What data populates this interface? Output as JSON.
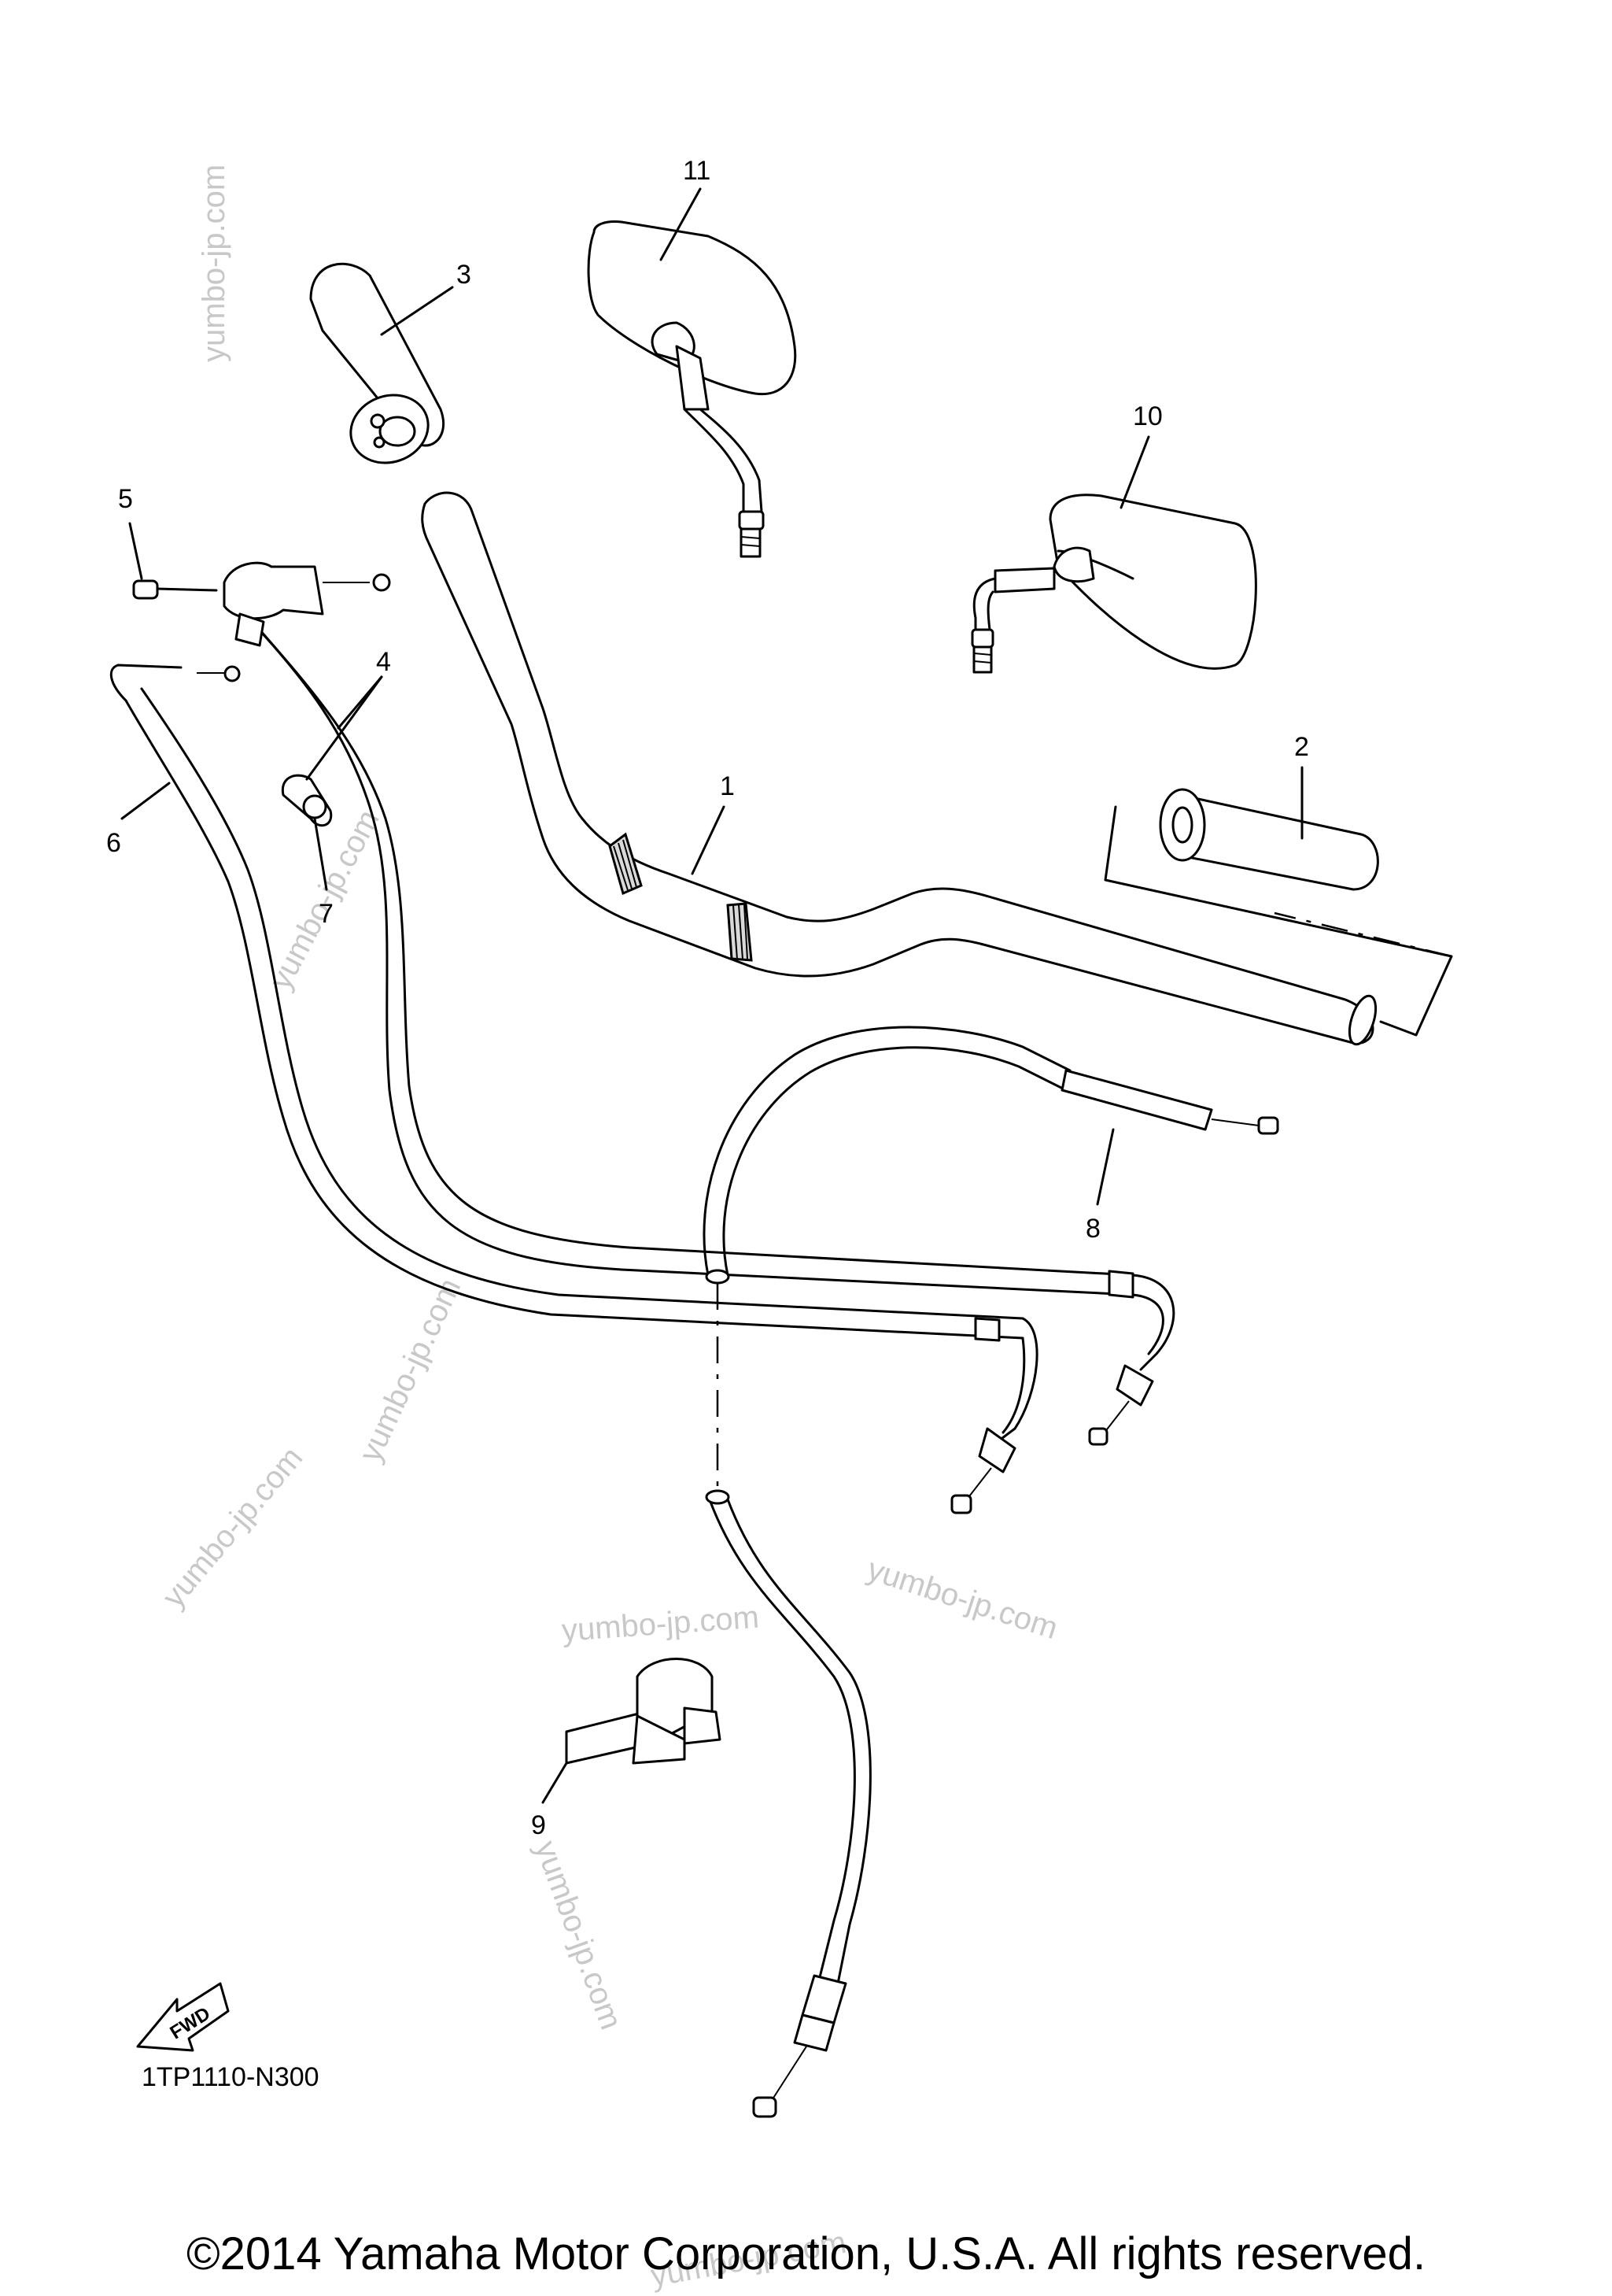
{
  "callouts": {
    "c1": "1",
    "c2": "2",
    "c3": "3",
    "c4": "4",
    "c5": "5",
    "c6": "6",
    "c7": "7",
    "c8": "8",
    "c9": "9",
    "c10": "10",
    "c11": "11"
  },
  "fwd_label": "FWD",
  "diagram_code": "1TP1110-N300",
  "copyright": "©2014 Yamaha Motor Corporation, U.S.A. All rights reserved.",
  "watermark": "yumbo-jp.com"
}
